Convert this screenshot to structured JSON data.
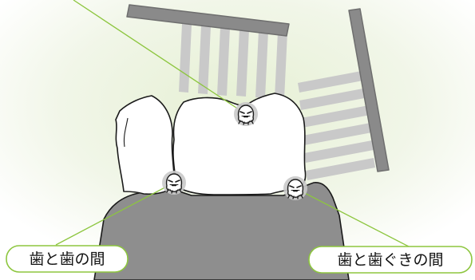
{
  "labels": {
    "between_teeth": "歯と歯の間",
    "between_teeth_and_gums": "歯と歯ぐきの間"
  },
  "colors": {
    "background_glow": "#e6f0d4",
    "gum": "#8e8e8e",
    "tooth": "#ffffff",
    "outline": "#1a1a1a",
    "brush_handle": "#8a8a8a",
    "brush_bristles": "#c9c9c9",
    "pointer_line": "#8dc63f",
    "label_border": "#8dc63f",
    "germ_halo": "#c9c9c9"
  },
  "icons": [
    "toothbrush",
    "germ"
  ]
}
